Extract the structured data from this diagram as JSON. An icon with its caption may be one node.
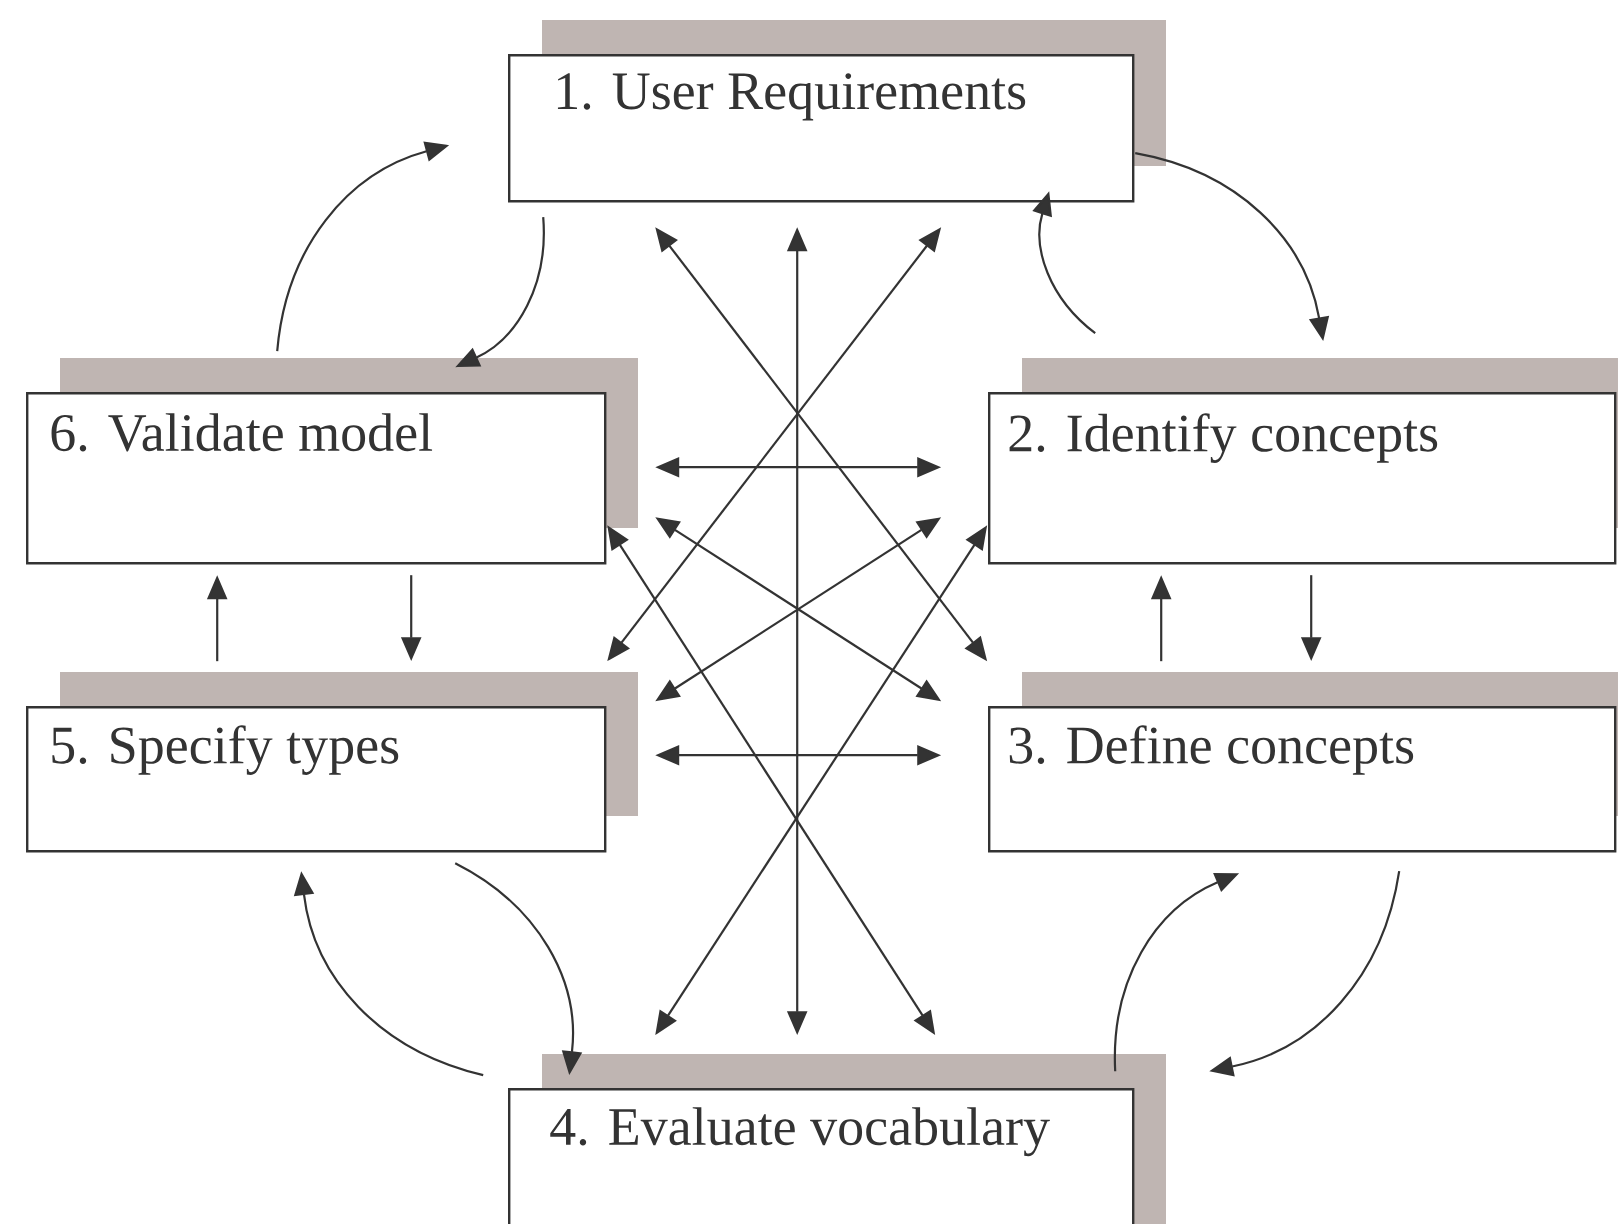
{
  "diagram": {
    "nodes": [
      {
        "text": [
          "1. User Requirements"
        ]
      },
      {
        "text": [
          "6. Validate model"
        ]
      },
      {
        "text": [
          "2. Identify concepts"
        ]
      },
      {
        "text": [
          "5. Specify types"
        ]
      },
      {
        "text": [
          "3. Define concepts"
        ]
      },
      {
        "text": [
          "4. Evaluate vocabulary"
        ]
      }
    ],
    "edges": [
      {
        "from": 0,
        "to": 5,
        "arrow": "both"
      },
      {
        "from": 0,
        "to": 4,
        "arrow": "both"
      },
      {
        "from": 0,
        "to": 3,
        "arrow": "both"
      },
      {
        "from": 1,
        "to": 2,
        "arrow": "both"
      },
      {
        "from": 3,
        "to": 4,
        "arrow": "both"
      },
      {
        "from": 1,
        "to": 5,
        "arrow": "both"
      },
      {
        "from": 2,
        "to": 5,
        "arrow": "both"
      },
      {
        "from": 1,
        "to": 4,
        "arrow": "both"
      },
      {
        "from": 2,
        "to": 3,
        "arrow": "both"
      },
      {
        "from": 0,
        "to": 1,
        "arrow": "to"
      },
      {
        "from": 1,
        "to": 0,
        "arrow": "to"
      },
      {
        "from": 0,
        "to": 2,
        "arrow": "to"
      },
      {
        "from": 2,
        "to": 0,
        "arrow": "to"
      },
      {
        "from": 1,
        "to": 3,
        "arrow": "to"
      },
      {
        "from": 3,
        "to": 1,
        "arrow": "to"
      },
      {
        "from": 2,
        "to": 4,
        "arrow": "to"
      },
      {
        "from": 4,
        "to": 2,
        "arrow": "to"
      },
      {
        "from": 5,
        "to": 3,
        "arrow": "to"
      },
      {
        "from": 3,
        "to": 5,
        "arrow": "to"
      },
      {
        "from": 5,
        "to": 4,
        "arrow": "to"
      },
      {
        "from": 4,
        "to": 5,
        "arrow": "to"
      }
    ]
  }
}
